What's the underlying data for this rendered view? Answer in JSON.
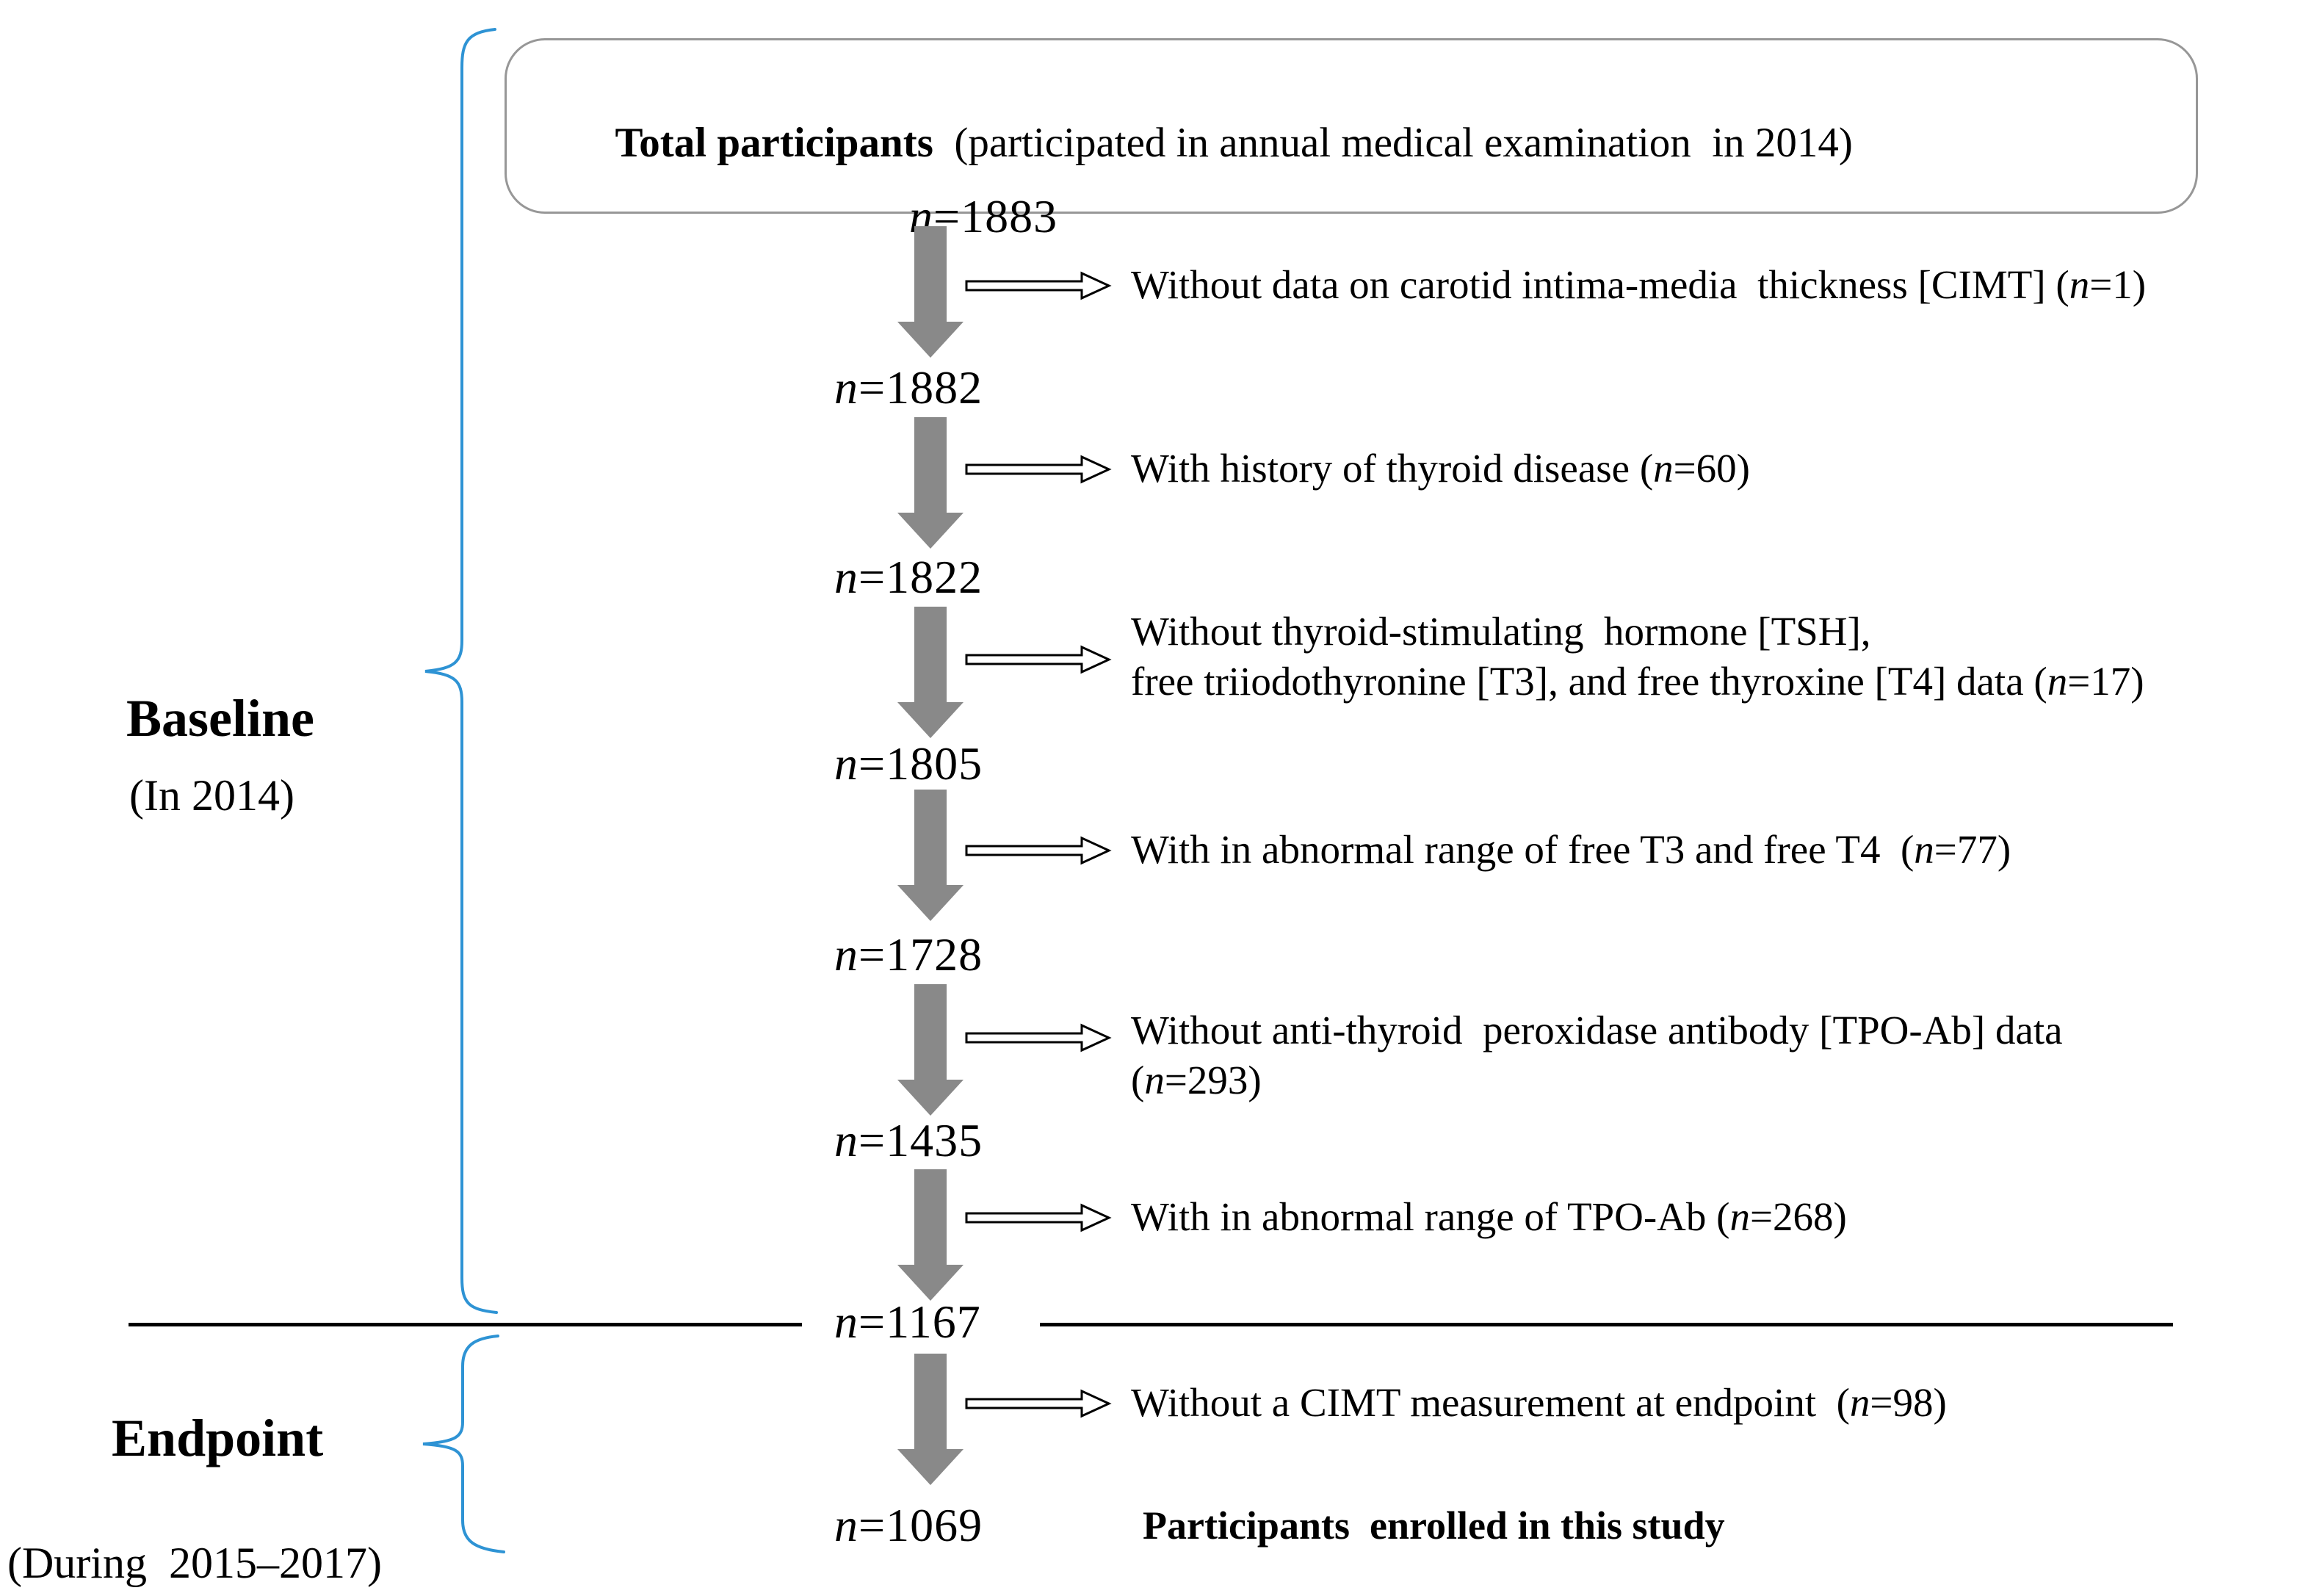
{
  "figure": {
    "top_box": {
      "title_bold": "Total participants",
      "title_rest": "  (participated in annual medical examination  in 2014)",
      "n": "n",
      "count": "=1883"
    },
    "steps": [
      {
        "exclusion": [
          [
            {
              "t": "Without data on carotid intima-media  thickness [CIMT] ("
            },
            {
              "t": "n",
              "i": true
            },
            {
              "t": "=1)"
            }
          ]
        ],
        "n": "n",
        "count": "=1882"
      },
      {
        "exclusion": [
          [
            {
              "t": "With history of thyroid disease ("
            },
            {
              "t": "n",
              "i": true
            },
            {
              "t": "=60)"
            }
          ]
        ],
        "n": "n",
        "count": "=1822"
      },
      {
        "exclusion": [
          [
            {
              "t": "Without thyroid-stimulating  hormone [TSH],"
            }
          ],
          [
            {
              "t": "free triiodothyronine [T3], and free thyroxine [T4] data ("
            },
            {
              "t": "n",
              "i": true
            },
            {
              "t": "=17)"
            }
          ]
        ],
        "n": "n",
        "count": "=1805"
      },
      {
        "exclusion": [
          [
            {
              "t": "With in abnormal range of free T3 and free T4  ("
            },
            {
              "t": "n",
              "i": true
            },
            {
              "t": "=77)"
            }
          ]
        ],
        "n": "n",
        "count": "=1728"
      },
      {
        "exclusion": [
          [
            {
              "t": "Without anti-thyroid  peroxidase antibody [TPO-Ab] data"
            }
          ],
          [
            {
              "t": "("
            },
            {
              "t": "n",
              "i": true
            },
            {
              "t": "=293)"
            }
          ]
        ],
        "n": "n",
        "count": "=1435"
      },
      {
        "exclusion": [
          [
            {
              "t": "With in abnormal range of TPO-Ab ("
            },
            {
              "t": "n",
              "i": true
            },
            {
              "t": "=268)"
            }
          ]
        ],
        "n": "n",
        "count": "=1167"
      },
      {
        "exclusion": [
          [
            {
              "t": "Without a CIMT measurement at endpoint  ("
            },
            {
              "t": "n",
              "i": true
            },
            {
              "t": "=98)"
            }
          ]
        ],
        "n": "n",
        "count": "=1069"
      }
    ],
    "phases": {
      "baseline": {
        "label": "Baseline",
        "sub": "(In 2014)"
      },
      "endpoint": {
        "label": "Endpoint",
        "sub": "(During  2015–2017)"
      }
    },
    "final_label": "Participants  enrolled in this study",
    "colors": {
      "arrow_gray": "#898989",
      "brace_blue": "#2e93d4",
      "box_border": "#979797"
    }
  }
}
